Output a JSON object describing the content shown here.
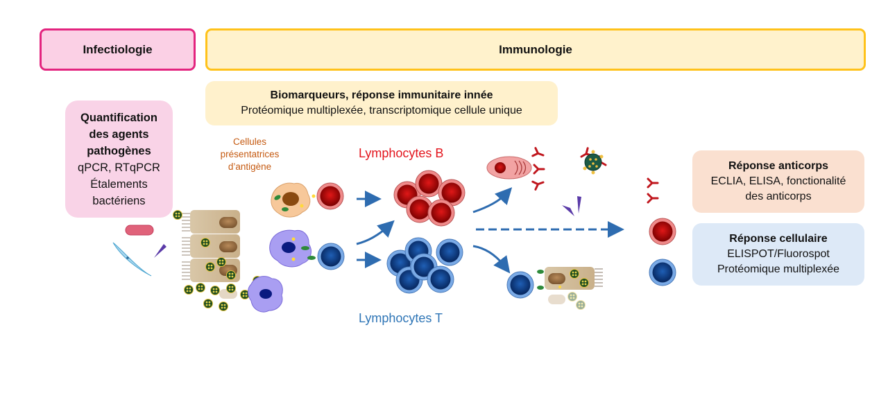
{
  "headers": {
    "infectiologie": "Infectiologie",
    "immunologie": "Immunologie"
  },
  "biomarqueurs": {
    "title": "Biomarqueurs, réponse immunitaire innée",
    "subtitle": "Protéomique multiplexée, transcriptomique cellule unique"
  },
  "quantification": {
    "title_lines": [
      "Quantification",
      "des agents",
      "pathogènes"
    ],
    "method_lines": [
      "qPCR, RTqPCR",
      "Étalements",
      "bactériens"
    ]
  },
  "labels": {
    "apc_lines": [
      "Cellules",
      "présentatrices",
      "d’antigène"
    ],
    "lymphocytes_b": "Lymphocytes B",
    "lymphocytes_t": "Lymphocytes T"
  },
  "reponse_anticorps": {
    "title": "Réponse anticorps",
    "lines": [
      "ECLIA, ELISA, fonctionalité",
      "des anticorps"
    ]
  },
  "reponse_cellulaire": {
    "title": "Réponse cellulaire",
    "lines": [
      "ELISPOT/Fluorospot",
      "Protéomique multiplexée"
    ]
  },
  "colors": {
    "infect_border": "#e3247f",
    "infect_fill": "#fbd0e5",
    "immuno_border": "#ffc21a",
    "immuno_fill": "#fff2cc",
    "b_cell": "#e3141c",
    "t_cell": "#2e75b6",
    "arrow": "#2e6cb0",
    "apc_label": "#c55a11",
    "antibody": "#c0161d"
  }
}
